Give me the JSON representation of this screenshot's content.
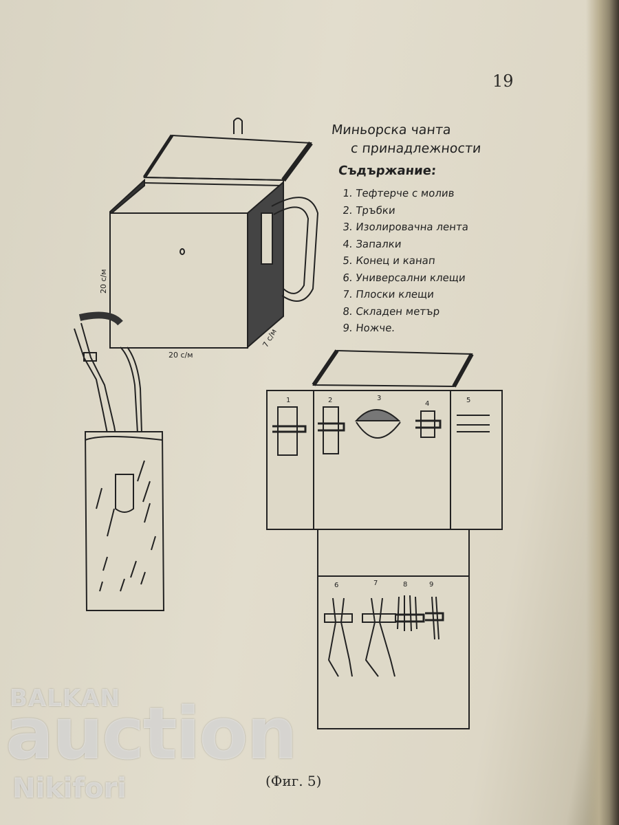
{
  "page": {
    "number": "19",
    "caption": "(Фиг. 5)"
  },
  "figure": {
    "title_line1": "Миньорска чанта",
    "title_line2": "с принадлежности",
    "contents_heading": "Съдържание:",
    "items": [
      "1. Тефтерче с молив",
      "2. Тръбки",
      "3. Изолировачна лента",
      "4. Запалки",
      "5. Конец и канап",
      "6. Универсални клещи",
      "7. Плоски клещи",
      "8. Складен метър",
      "9. Ножче."
    ],
    "dimensions": {
      "height": "20 с/м",
      "width": "20 с/м",
      "depth": "7 с/м"
    },
    "compartment_numbers_top": [
      "1",
      "2",
      "3",
      "4",
      "5"
    ],
    "compartment_numbers_bottom": [
      "6",
      "7",
      "8",
      "9"
    ]
  },
  "watermark": {
    "line1": "BALKAN",
    "line2": "auction",
    "line3": "Nikifori"
  },
  "colors": {
    "paper": "#e0dbca",
    "ink": "#222222"
  }
}
